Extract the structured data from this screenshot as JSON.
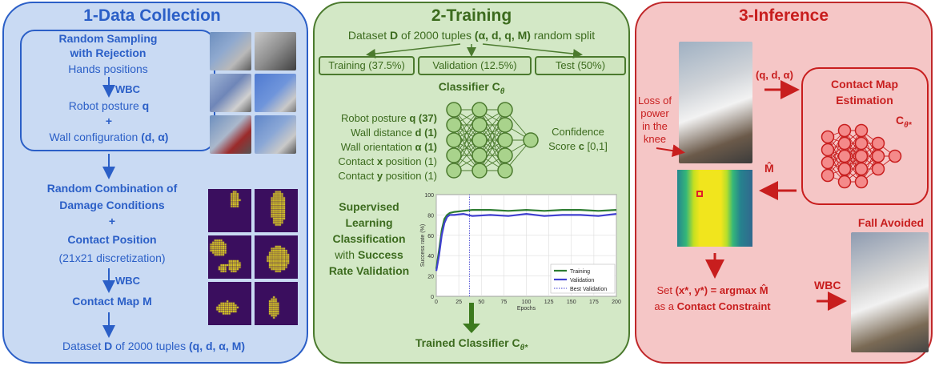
{
  "panel1": {
    "title": "1-Data Collection",
    "sampling_line1": "Random Sampling",
    "sampling_line2": "with Rejection",
    "hands": "Hands positions",
    "wbc1": "WBC",
    "posture_prefix": "Robot posture ",
    "posture_var": "q",
    "plus1": "+",
    "wall_prefix": "Wall configuration ",
    "wall_var": "(d, α)",
    "combo_line1": "Random Combination of",
    "combo_line2": "Damage Conditions",
    "plus2": "+",
    "contact_pos": "Contact Position",
    "discretization": "(21x21 discretization)",
    "wbc2": "WBC",
    "contact_map": "Contact Map M",
    "dataset_prefix": "Dataset ",
    "dataset_D": "D",
    "dataset_mid": " of 2000 tuples ",
    "dataset_tuple": "(q, d, α, M)"
  },
  "panel2": {
    "title": "2-Training",
    "dataset_prefix": "Dataset ",
    "dataset_D": "D",
    "dataset_mid": " of 2000 tuples ",
    "dataset_tuple": "(α, d, q, M)",
    "dataset_suffix": " random split",
    "split_training": "Training (37.5%)",
    "split_validation": "Validation (12.5%)",
    "split_test": "Test (50%)",
    "classifier_label": "Classifier C",
    "classifier_sub": "θ",
    "inputs": [
      {
        "text": "Robot posture ",
        "var": "q",
        "count": " (37)"
      },
      {
        "text": "Wall distance ",
        "var": "d",
        "count": " (1)"
      },
      {
        "text": "Wall orientation ",
        "var": "α",
        "count": " (1)"
      },
      {
        "text": "Contact ",
        "var": "x",
        "count": " position (1)"
      },
      {
        "text": "Contact ",
        "var": "y",
        "count": " position (1)"
      }
    ],
    "confidence_line1": "Confidence",
    "confidence_line2_prefix": "Score ",
    "confidence_var": "c",
    "confidence_range": " [0,1]",
    "supervised_line1": "Supervised",
    "supervised_line2": "Learning",
    "supervised_line3": "Classification",
    "supervised_line4_a": "with ",
    "supervised_line4_b": "Success",
    "supervised_line5_a": "Rate",
    "supervised_line5_b": " Validation",
    "trained_label": "Trained Classifier C",
    "trained_sub": "θ*"
  },
  "chart_data": {
    "type": "line",
    "xlabel": "Epochs",
    "ylabel": "Success rate (%)",
    "xlim": [
      0,
      200
    ],
    "ylim": [
      0,
      100
    ],
    "xticks": [
      0,
      25,
      50,
      75,
      100,
      125,
      150,
      175,
      200
    ],
    "yticks": [
      0,
      20,
      40,
      60,
      80,
      100
    ],
    "grid": true,
    "legend_position": "bottom-right",
    "best_validation_epoch": 37,
    "series": [
      {
        "name": "Training",
        "color": "#2e7d32",
        "x": [
          0,
          3,
          6,
          9,
          12,
          15,
          20,
          30,
          40,
          60,
          80,
          100,
          120,
          140,
          160,
          180,
          200
        ],
        "values": [
          27,
          45,
          65,
          76,
          80,
          82,
          83,
          84,
          85,
          85,
          84,
          85,
          84,
          85,
          85,
          84,
          85
        ]
      },
      {
        "name": "Validation",
        "color": "#4040d0",
        "x": [
          0,
          3,
          6,
          9,
          12,
          15,
          20,
          30,
          40,
          60,
          80,
          100,
          120,
          140,
          160,
          180,
          200
        ],
        "values": [
          25,
          40,
          60,
          72,
          78,
          80,
          80,
          81,
          79,
          80,
          79,
          81,
          79,
          80,
          80,
          79,
          81
        ]
      },
      {
        "name": "Best Validation",
        "color": "#4040d0",
        "style": "dotted",
        "x": [
          37,
          37
        ],
        "values": [
          0,
          100
        ]
      }
    ]
  },
  "panel3": {
    "title": "3-Inference",
    "qda": "(q, d, α)",
    "loss_line1": "Loss of",
    "loss_line2": "power",
    "loss_line3": "in the",
    "loss_line4": "knee",
    "cme_line1": "Contact Map",
    "cme_line2": "Estimation",
    "c_label": "C",
    "c_sub": "θ*",
    "m_hat": "M̂",
    "fall_avoided": "Fall Avoided",
    "set_prefix": "Set ",
    "set_vars": "(x*, y*) = argmax M̂",
    "as_a": "as a ",
    "contact_constraint": "Contact Constraint",
    "wbc": "WBC"
  },
  "colors": {
    "blue": "#2b5fc7",
    "green": "#3c6b1e",
    "red": "#c81e1e",
    "map_purple": "#3a0e5e",
    "map_yellow": "#f1e51d"
  }
}
